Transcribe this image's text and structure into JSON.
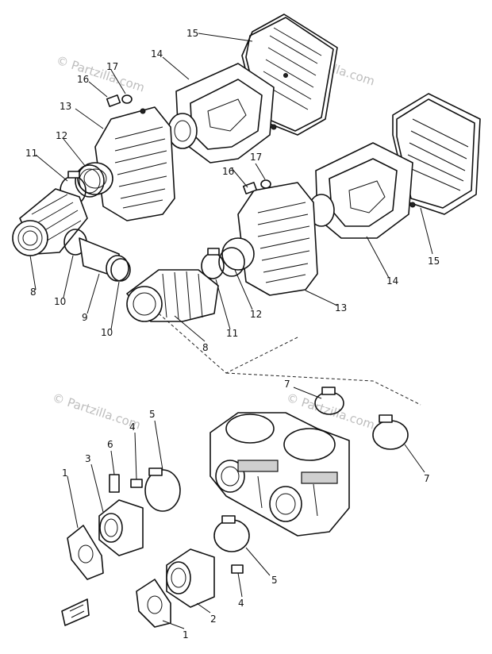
{
  "watermark": {
    "top_text": "© Partzilla.com",
    "mid_left_text": "© Partzilla.com",
    "mid_right_text": "© Partzilla.com",
    "top_right_text": "© Partzilla.com"
  },
  "callouts": [
    {
      "id": "c15a",
      "label": "15"
    },
    {
      "id": "c14a",
      "label": "14"
    },
    {
      "id": "c17a",
      "label": "17"
    },
    {
      "id": "c16a",
      "label": "16"
    },
    {
      "id": "c13a",
      "label": "13"
    },
    {
      "id": "c12a",
      "label": "12"
    },
    {
      "id": "c11a",
      "label": "11"
    },
    {
      "id": "c8a",
      "label": "8"
    },
    {
      "id": "c10a",
      "label": "10"
    },
    {
      "id": "c9",
      "label": "9"
    },
    {
      "id": "c10b",
      "label": "10"
    },
    {
      "id": "c8b",
      "label": "8"
    },
    {
      "id": "c11b",
      "label": "11"
    },
    {
      "id": "c12b",
      "label": "12"
    },
    {
      "id": "c13b",
      "label": "13"
    },
    {
      "id": "c14b",
      "label": "14"
    },
    {
      "id": "c15b",
      "label": "15"
    },
    {
      "id": "c16b",
      "label": "16"
    },
    {
      "id": "c17b",
      "label": "17"
    },
    {
      "id": "c7a",
      "label": "7"
    },
    {
      "id": "c7b",
      "label": "7"
    },
    {
      "id": "c5a",
      "label": "5"
    },
    {
      "id": "c4a",
      "label": "4"
    },
    {
      "id": "c6",
      "label": "6"
    },
    {
      "id": "c3",
      "label": "3"
    },
    {
      "id": "c1a",
      "label": "1"
    },
    {
      "id": "c5b",
      "label": "5"
    },
    {
      "id": "c4b",
      "label": "4"
    },
    {
      "id": "c2",
      "label": "2"
    },
    {
      "id": "c1b",
      "label": "1"
    }
  ]
}
